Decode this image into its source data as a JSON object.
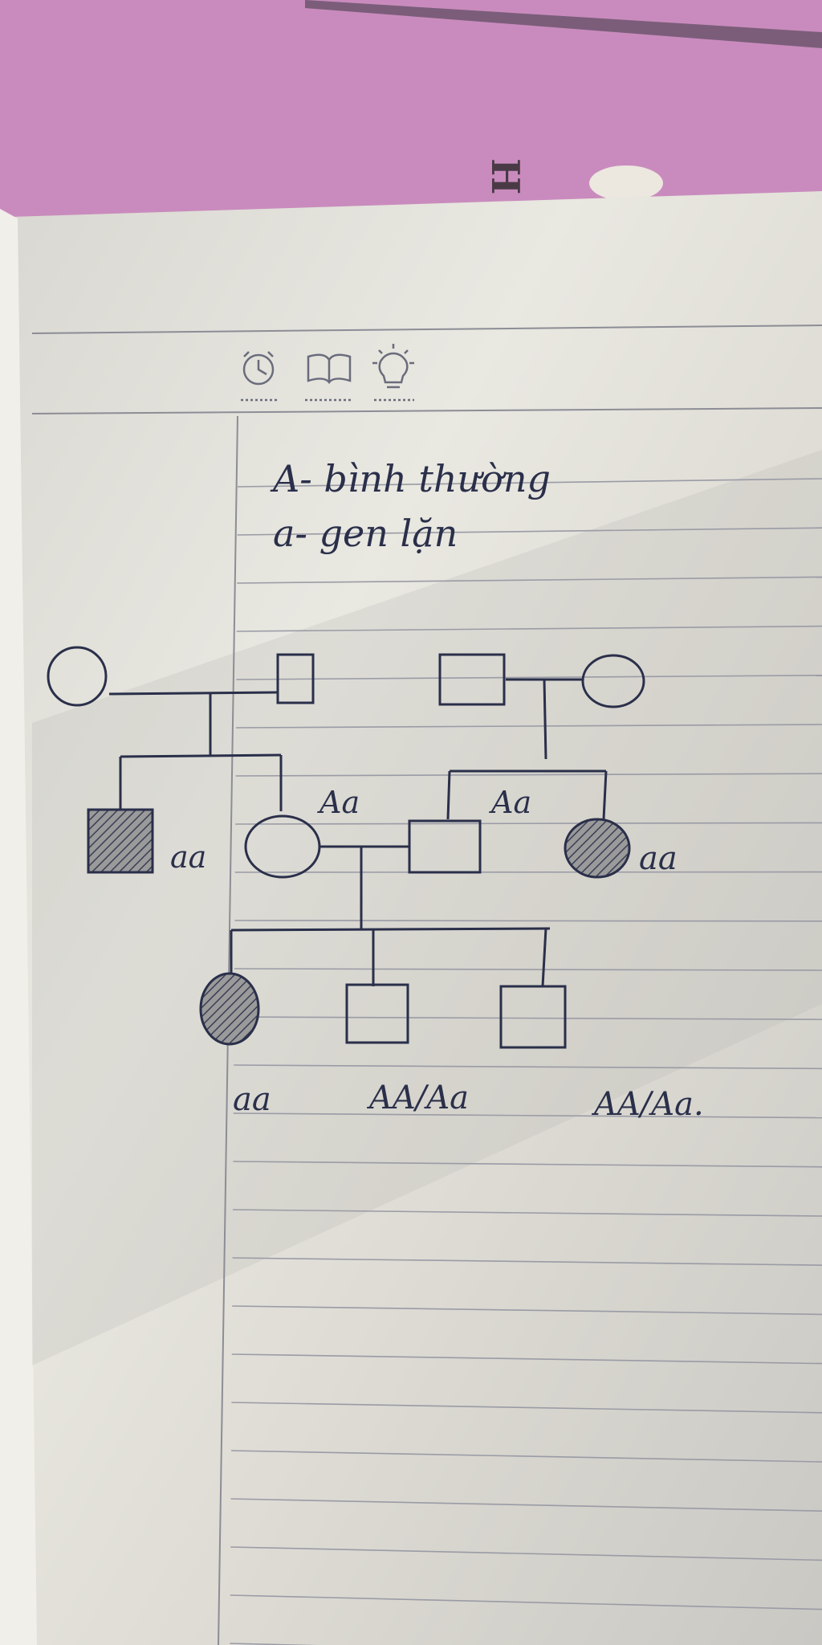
{
  "legend": {
    "dominant_line": "A- bình thường",
    "recessive_line": "a- gen lặn"
  },
  "pedigree": {
    "generation_1": [
      {
        "sex": "female",
        "affected": false,
        "genotype": ""
      },
      {
        "sex": "male",
        "affected": false,
        "genotype": ""
      },
      {
        "sex": "male",
        "affected": false,
        "genotype": ""
      },
      {
        "sex": "female",
        "affected": false,
        "genotype": ""
      }
    ],
    "generation_2": [
      {
        "sex": "male",
        "affected": true,
        "genotype": "aa"
      },
      {
        "sex": "female",
        "affected": false,
        "genotype": "Aa"
      },
      {
        "sex": "male",
        "affected": false,
        "genotype": "Aa"
      },
      {
        "sex": "female",
        "affected": true,
        "genotype": "aa"
      }
    ],
    "generation_3": [
      {
        "sex": "female",
        "affected": true,
        "genotype": "aa"
      },
      {
        "sex": "male",
        "affected": false,
        "genotype": "AA/Aa"
      },
      {
        "sex": "male",
        "affected": false,
        "genotype": "AA/Aa."
      }
    ]
  },
  "header_icons": [
    "alarm-clock-icon",
    "open-book-icon",
    "lightbulb-icon"
  ],
  "colors": {
    "ink": "#2a2f4a",
    "paper": "#e8e6dd",
    "background": "#c98bbd"
  }
}
